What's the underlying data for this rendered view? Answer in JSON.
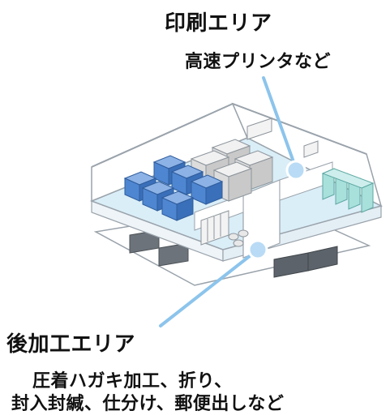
{
  "print_area": {
    "title": "印刷エリア",
    "subtitle": "高速プリンタなど"
  },
  "post_area": {
    "title": "後加工エリア",
    "subtitle_line1": "圧着ハガキ加工、折り、",
    "subtitle_line2": "封入封緘、仕分け、郵便出しなど"
  },
  "colors": {
    "callout": "#8cc4ec",
    "marker": "#b9dbf5",
    "floor": "#daeef8",
    "box_blue": "#4f86d1",
    "box_gray": "#dcdcdc",
    "machine_teal": "#a8e0dc",
    "outline": "#9aa3ab"
  }
}
